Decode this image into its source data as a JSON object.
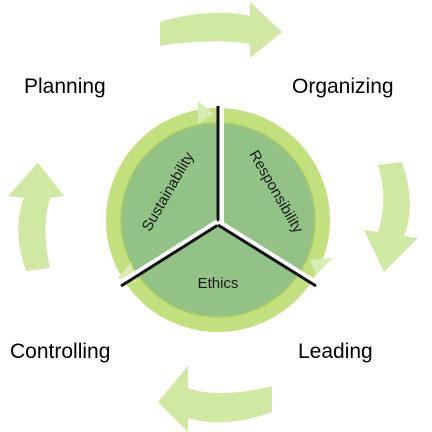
{
  "diagram": {
    "functions": {
      "planning": "Planning",
      "organizing": "Organizing",
      "leading": "Leading",
      "controlling": "Controlling"
    },
    "core": {
      "sustainability": "Sustainability",
      "responsibility": "Responsibility",
      "ethics": "Ethics"
    },
    "colors": {
      "arrow_fill": "#cfe8a2",
      "ring": "#c3e07e",
      "ring_edge": "#a9cb63",
      "inner_fill": "#92c286",
      "divider": "#111111",
      "divider_highlight": "#ffffff"
    }
  }
}
